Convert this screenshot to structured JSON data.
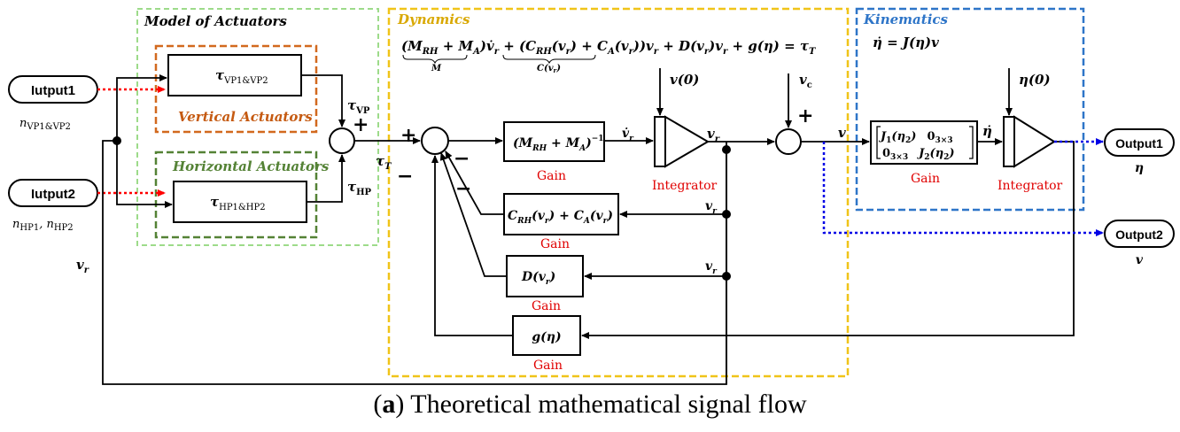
{
  "groups": {
    "actuators_title": "Model of Actuators",
    "vertical_title": "Vertical Actuators",
    "horizontal_title": "Horizontal Actuators",
    "dynamics_title": "Dynamics",
    "kinematics_title": "Kinematics"
  },
  "inputs": {
    "input1_label": "Iutput1",
    "input1_sub": "n",
    "input1_sub_idx": "VP1&VP2",
    "input2_label": "Iutput2",
    "input2_sub_a": "n",
    "input2_sub_a_idx": "HP1",
    "input2_sub_b": "n",
    "input2_sub_b_idx": "HP2"
  },
  "outputs": {
    "output1_label": "Output1",
    "output1_sym": "η",
    "output2_label": "Output2",
    "output2_sym": "v"
  },
  "actuator_blocks": {
    "vp_tau": "τ",
    "vp_idx": "VP1&VP2",
    "hp_tau": "τ",
    "hp_idx": "HP1&HP2"
  },
  "signals": {
    "tau_vp": "τ",
    "tau_vp_idx": "VP",
    "tau_hp": "τ",
    "tau_hp_idx": "HP",
    "tau_t": "τ",
    "tau_t_idx": "T",
    "vr": "v",
    "vr_idx": "r",
    "vr_dot": "v̇",
    "v0": "v(0)",
    "vc": "v",
    "vc_idx": "c",
    "v": "v",
    "eta_dot": "η̇",
    "eta0": "η(0)"
  },
  "signs": {
    "plus": "+",
    "minus": "−"
  },
  "equations": {
    "dynamics_eq": "(M_RH + M_A) v̇_r + (C_RH(v_r) + C_A(v_r)) v_r + D(v_r) v_r + g(η) = τ_T",
    "dyn_p1": "(M",
    "dyn_p1_idx": "RH",
    "dyn_p2": " + M",
    "dyn_p2_idx": "A",
    "dyn_p3": ")v̇",
    "dyn_p3_idx": "r",
    "dyn_p4": " + (C",
    "dyn_p4_idx": "RH",
    "dyn_p5": "(v",
    "dyn_p5_idx": "r",
    "dyn_p6": ") + C",
    "dyn_p6_idx": "A",
    "dyn_p7": "(v",
    "dyn_p7_idx": "r",
    "dyn_p8": "))v",
    "dyn_p8_idx": "r",
    "dyn_p9": " + D(v",
    "dyn_p9_idx": "r",
    "dyn_p10": ")v",
    "dyn_p10_idx": "r",
    "dyn_p11": " + g(η) = τ",
    "dyn_p11_idx": "T",
    "brace_m": "M",
    "brace_c": "C(v",
    "brace_c_idx": "r",
    "brace_c_end": ")",
    "kinematics_eq": "η̇ = J(η)v"
  },
  "gain_blocks": {
    "mass_inv_a": "(M",
    "mass_inv_a_idx": "RH",
    "mass_inv_b": " + M",
    "mass_inv_b_idx": "A",
    "mass_inv_c": ")",
    "mass_inv_sup": "−1",
    "coriolis_a": "C",
    "coriolis_a_idx": "RH",
    "coriolis_b": "(v",
    "coriolis_b_idx": "r",
    "coriolis_c": ") + C",
    "coriolis_c_idx": "A",
    "coriolis_d": "(v",
    "coriolis_d_idx": "r",
    "coriolis_e": ")",
    "damping_a": "D(v",
    "damping_a_idx": "r",
    "damping_b": ")",
    "restoring": "g(η)",
    "jacobian_j1": "J",
    "jacobian_j1_idx": "1",
    "jacobian_j1_arg": "(η",
    "jacobian_j1_arg_idx": "2",
    "jacobian_j1_end": ")",
    "jacobian_z1": "0",
    "jacobian_z1_idx": "3×3",
    "jacobian_z2": "0",
    "jacobian_z2_idx": "3×3",
    "jacobian_j2": "J",
    "jacobian_j2_idx": "2",
    "jacobian_j2_arg": "(η",
    "jacobian_j2_arg_idx": "2",
    "jacobian_j2_end": ")",
    "gain_label": "Gain",
    "integrator_label": "Integrator"
  },
  "caption": {
    "prefix": "(",
    "letter": "a",
    "text": ") Theoretical mathematical signal flow"
  },
  "colors": {
    "actuators_group": "#9ddb8a",
    "vertical_group": "#d2691e",
    "horizontal_group": "#548235",
    "dynamics_group": "#f0c419",
    "kinematics_group": "#2e75c8",
    "input_link": "#ff0000",
    "output_link": "#0000e6",
    "gain_label": "#e00000",
    "vertical_title": "#c55a11",
    "horizontal_title": "#548235",
    "dynamics_title": "#d9a800",
    "kinematics_title": "#2e75c8"
  }
}
